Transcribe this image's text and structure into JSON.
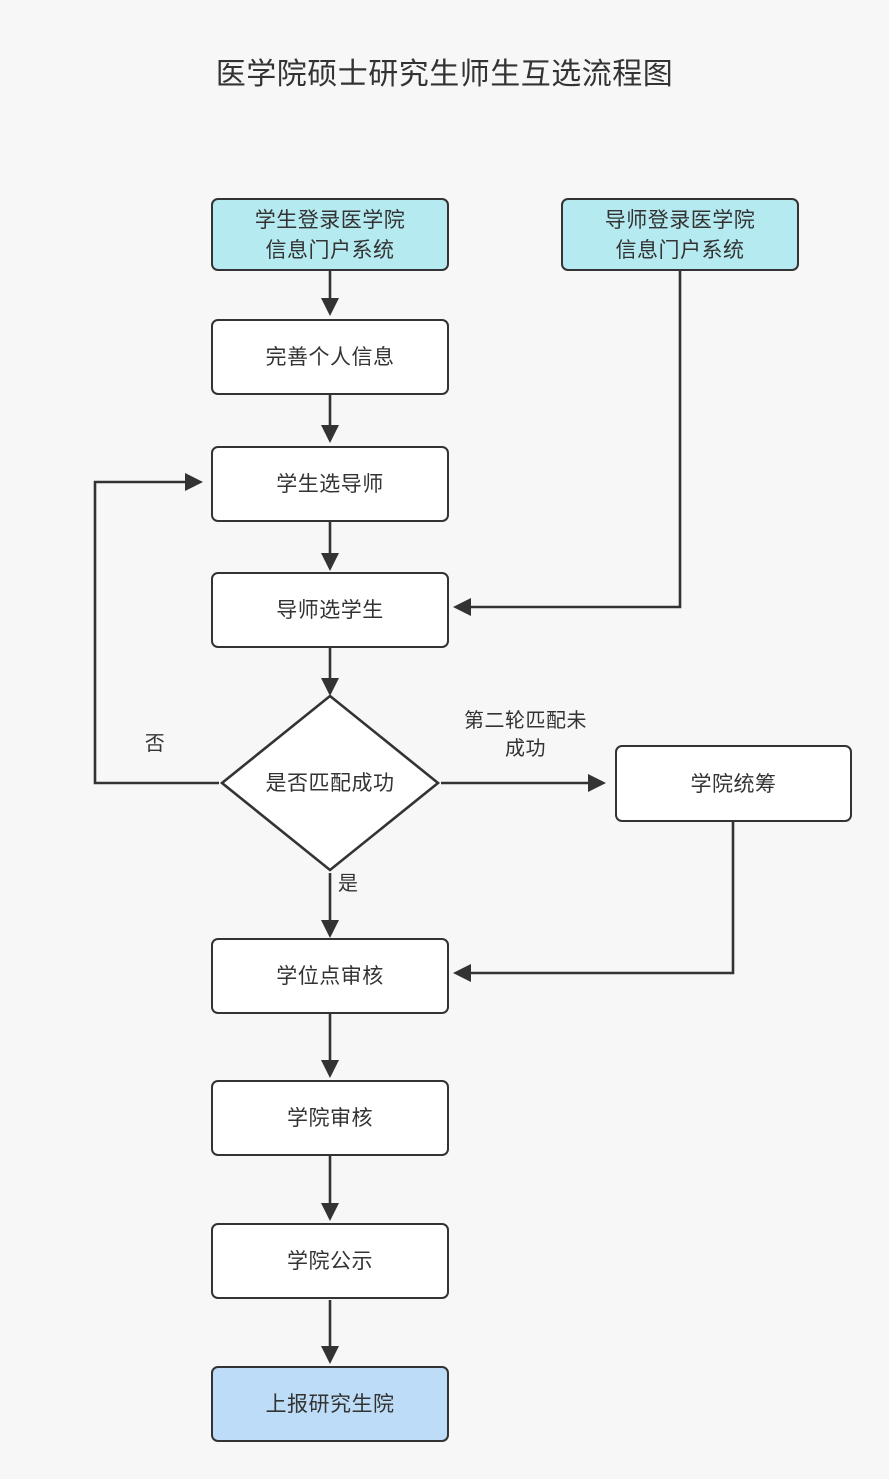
{
  "title": "医学院硕士研究生师生互选流程图",
  "colors": {
    "background": "#f7f7f7",
    "node_stroke": "#333333",
    "node_fill_default": "#ffffff",
    "node_fill_start_student": "#b5eaf0",
    "node_fill_start_teacher": "#b5eaf0",
    "node_fill_end": "#bddcf7",
    "edge_stroke": "#333333",
    "text": "#333333"
  },
  "diagram": {
    "type": "flowchart",
    "orientation": "top-to-bottom",
    "nodes": [
      {
        "id": "student-login",
        "label": "学生登录医学院\n信息门户系统",
        "shape": "rounded-rect",
        "fill": "#b5eaf0"
      },
      {
        "id": "teacher-login",
        "label": "导师登录医学院\n信息门户系统",
        "shape": "rounded-rect",
        "fill": "#b5eaf0"
      },
      {
        "id": "complete-info",
        "label": "完善个人信息",
        "shape": "rounded-rect",
        "fill": "#ffffff"
      },
      {
        "id": "student-picks",
        "label": "学生选导师",
        "shape": "rounded-rect",
        "fill": "#ffffff"
      },
      {
        "id": "teacher-picks",
        "label": "导师选学生",
        "shape": "rounded-rect",
        "fill": "#ffffff"
      },
      {
        "id": "match-decision",
        "label": "是否匹配成功",
        "shape": "diamond",
        "fill": "#ffffff"
      },
      {
        "id": "college-arrange",
        "label": "学院统筹",
        "shape": "rounded-rect",
        "fill": "#ffffff"
      },
      {
        "id": "degree-review",
        "label": "学位点审核",
        "shape": "rounded-rect",
        "fill": "#ffffff"
      },
      {
        "id": "college-review",
        "label": "学院审核",
        "shape": "rounded-rect",
        "fill": "#ffffff"
      },
      {
        "id": "college-notice",
        "label": "学院公示",
        "shape": "rounded-rect",
        "fill": "#ffffff"
      },
      {
        "id": "report-grad",
        "label": "上报研究生院",
        "shape": "rounded-rect",
        "fill": "#bddcf7"
      }
    ],
    "edges": [
      {
        "from": "student-login",
        "to": "complete-info",
        "label": ""
      },
      {
        "from": "complete-info",
        "to": "student-picks",
        "label": ""
      },
      {
        "from": "student-picks",
        "to": "teacher-picks",
        "label": ""
      },
      {
        "from": "teacher-login",
        "to": "teacher-picks",
        "label": ""
      },
      {
        "from": "teacher-picks",
        "to": "match-decision",
        "label": ""
      },
      {
        "from": "match-decision",
        "to": "student-picks",
        "label": "否"
      },
      {
        "from": "match-decision",
        "to": "college-arrange",
        "label": "第二轮匹配未\n成功"
      },
      {
        "from": "match-decision",
        "to": "degree-review",
        "label": "是"
      },
      {
        "from": "college-arrange",
        "to": "degree-review",
        "label": ""
      },
      {
        "from": "degree-review",
        "to": "college-review",
        "label": ""
      },
      {
        "from": "college-review",
        "to": "college-notice",
        "label": ""
      },
      {
        "from": "college-notice",
        "to": "report-grad",
        "label": ""
      }
    ],
    "edge_labels": {
      "no_branch": "否",
      "second_round_failed": "第二轮匹配未\n成功",
      "yes_branch": "是"
    }
  }
}
